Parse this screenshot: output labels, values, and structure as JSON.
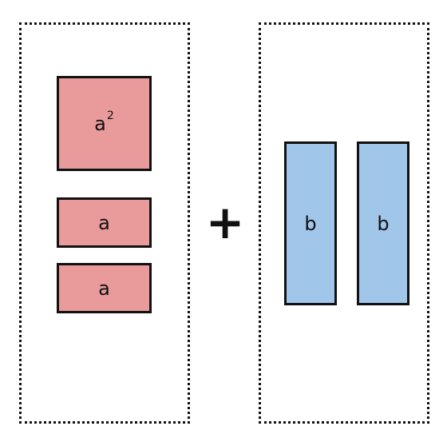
{
  "colors": {
    "a_tile_fill": "#e99a9a",
    "b_tile_fill": "#a0c6ea",
    "stroke": "#111111"
  },
  "left_group": {
    "square_tile": {
      "base": "a",
      "exponent": "2"
    },
    "rect_tiles": [
      {
        "label": "a"
      },
      {
        "label": "a"
      }
    ]
  },
  "operator": "+",
  "right_group": {
    "rect_tiles": [
      {
        "label": "b"
      },
      {
        "label": "b"
      }
    ]
  }
}
